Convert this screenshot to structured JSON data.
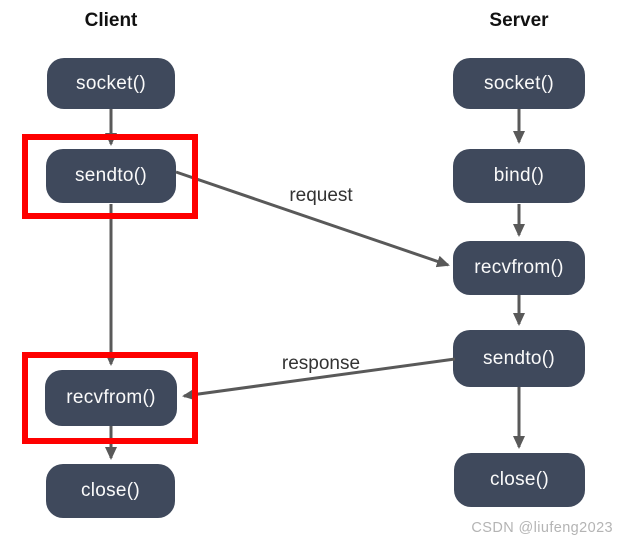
{
  "diagram": {
    "client": {
      "title": "Client",
      "nodes": [
        {
          "label": "socket()",
          "highlighted": false
        },
        {
          "label": "sendto()",
          "highlighted": true
        },
        {
          "label": "recvfrom()",
          "highlighted": true
        },
        {
          "label": "close()",
          "highlighted": false
        }
      ]
    },
    "server": {
      "title": "Server",
      "nodes": [
        {
          "label": "socket()",
          "highlighted": false
        },
        {
          "label": "bind()",
          "highlighted": false
        },
        {
          "label": "recvfrom()",
          "highlighted": false
        },
        {
          "label": "sendto()",
          "highlighted": false
        },
        {
          "label": "close()",
          "highlighted": false
        }
      ]
    },
    "messages": [
      {
        "label": "request",
        "from": "client-sendto",
        "to": "server-recvfrom"
      },
      {
        "label": "response",
        "from": "server-sendto",
        "to": "client-recvfrom"
      }
    ],
    "colors": {
      "node_fill": "#3f495c",
      "node_text": "#fafafa",
      "arrow": "#595959",
      "highlight": "#fe0000",
      "title": "#111111",
      "label": "#333333",
      "watermark": "#b4b4b4"
    }
  },
  "watermark": "CSDN @liufeng2023"
}
